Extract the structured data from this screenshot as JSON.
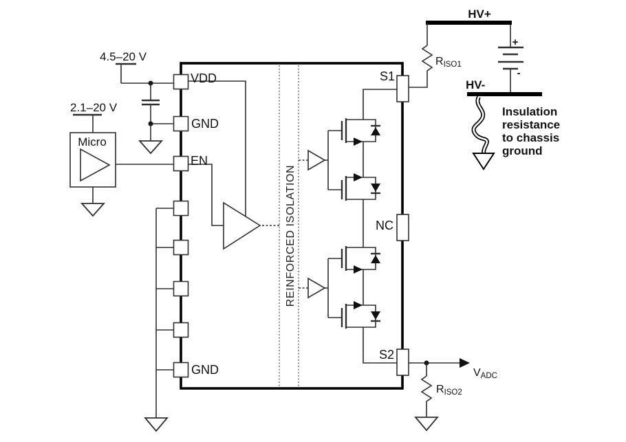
{
  "labels": {
    "supply_main": "4.5–20 V",
    "supply_micro": "2.1–20 V",
    "micro": "Micro",
    "pin_vdd": "VDD",
    "pin_gnd_top": "GND",
    "pin_en": "EN",
    "pin_gnd_bottom": "GND",
    "pin_s1": "S1",
    "pin_nc": "NC",
    "pin_s2": "S2",
    "isolation": "REINFORCED ISOLATION",
    "hv_plus": "HV+",
    "hv_minus": "HV-",
    "battery_plus": "+",
    "battery_minus": "-",
    "r_iso1_main": "R",
    "r_iso1_sub": "ISO1",
    "r_iso2_main": "R",
    "r_iso2_sub": "ISO2",
    "v_adc_main": "V",
    "v_adc_sub": "ADC"
  },
  "insulation_note": [
    "Insulation",
    "resistance",
    "to chassis",
    "ground"
  ],
  "colors": {
    "ink": "#000000",
    "wire": "#2e2e2e",
    "barrier_gray": "#6e6e6e",
    "background": "#ffffff"
  }
}
